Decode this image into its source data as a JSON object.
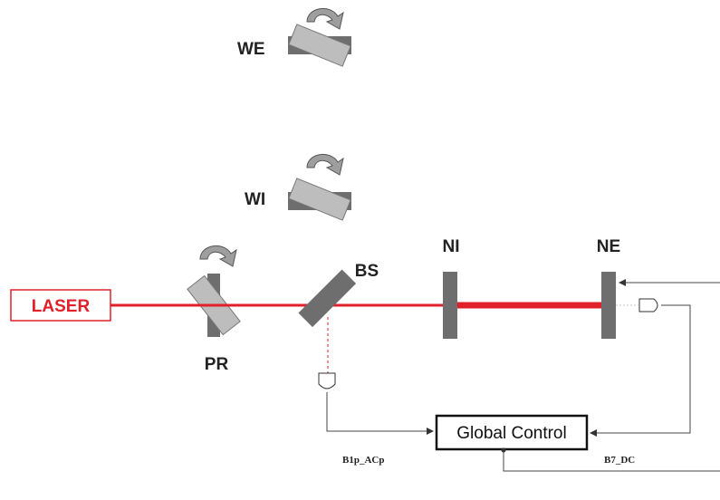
{
  "labels": {
    "laser": "LASER",
    "pr": "PR",
    "bs": "BS",
    "ni": "NI",
    "ne": "NE",
    "wi": "WI",
    "we": "WE",
    "global_control": "Global Control",
    "signal_left": "B1p_ACp",
    "signal_right": "B7_DC"
  },
  "colors": {
    "laser": "#e0202a",
    "mirror_dark": "#6e6e6e",
    "mirror_light": "#bdbdbd",
    "arrow_fill": "#9e9e9e",
    "wire": "#444444"
  },
  "icons": {
    "rotation": "curved-arrow-icon",
    "photodiode": "photodiode-icon"
  }
}
